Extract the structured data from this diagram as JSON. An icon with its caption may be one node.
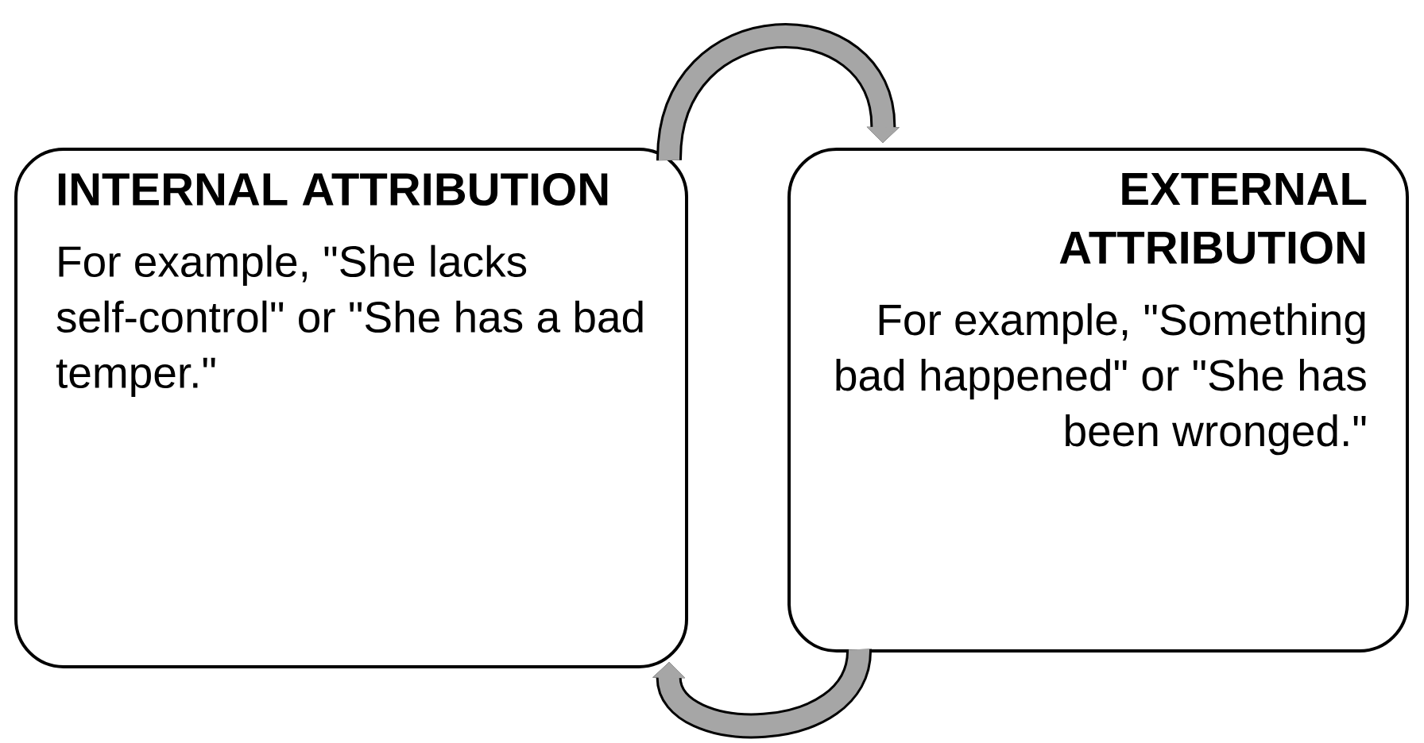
{
  "diagram": {
    "nodes": [
      {
        "text": [
          "INTERNAL ATTRIBUTION",
          "For example, \"She lacks self-control\" or \"She has a bad temper.\""
        ]
      },
      {
        "text": [
          "EXTERNAL ATTRIBUTION",
          "For example, \"Something bad happened\" or \"She has been wronged.\""
        ]
      }
    ],
    "edges": [
      {
        "from": 0,
        "to": 1,
        "arrow": "to"
      },
      {
        "from": 1,
        "to": 0,
        "arrow": "to"
      }
    ]
  }
}
